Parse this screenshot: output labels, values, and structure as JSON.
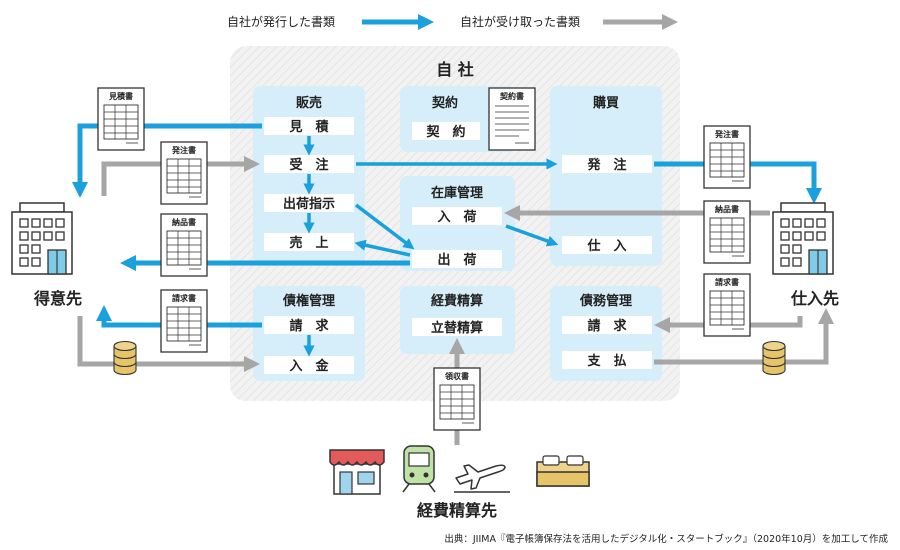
{
  "legend": {
    "issued": "自社が発行した書類",
    "received": "自社が受け取った書類",
    "issued_color": "#1aa0dc",
    "received_color": "#a6a6a6"
  },
  "company": {
    "title": "自 社"
  },
  "entities": {
    "customer": "得意先",
    "supplier": "仕入先"
  },
  "groups": {
    "sales": {
      "title": "販売",
      "steps": [
        "見　積",
        "受　注",
        "出荷指示",
        "売　上"
      ]
    },
    "contract": {
      "title": "契約",
      "steps": [
        "契　約"
      ]
    },
    "purchase": {
      "title": "購買",
      "steps": [
        "発　注",
        "仕　入"
      ]
    },
    "inventory": {
      "title": "在庫管理",
      "steps": [
        "入　荷",
        "出　荷"
      ]
    },
    "credit": {
      "title": "債権管理",
      "steps": [
        "請　求",
        "入　金"
      ]
    },
    "expense": {
      "title": "経費精算",
      "steps": [
        "立替精算"
      ]
    },
    "debt": {
      "title": "債務管理",
      "steps": [
        "請　求",
        "支　払"
      ]
    }
  },
  "documents": {
    "estimate": "見積書",
    "order_in": "発注書",
    "delivery_out": "納品書",
    "invoice_out": "請求書",
    "contract": "契約書",
    "order_out": "発注書",
    "delivery_in": "納品書",
    "invoice_in": "請求書",
    "receipt": "領収書"
  },
  "icons": [
    "shop-icon",
    "train-icon",
    "airplane-icon",
    "bed-icon",
    "building-icon",
    "coins-icon"
  ],
  "expense_caption": "経費精算先",
  "source": "出典：JIIMA『電子帳簿保存法を活用したデジタル化・スタートブック』（2020年10月）を加工して作成"
}
